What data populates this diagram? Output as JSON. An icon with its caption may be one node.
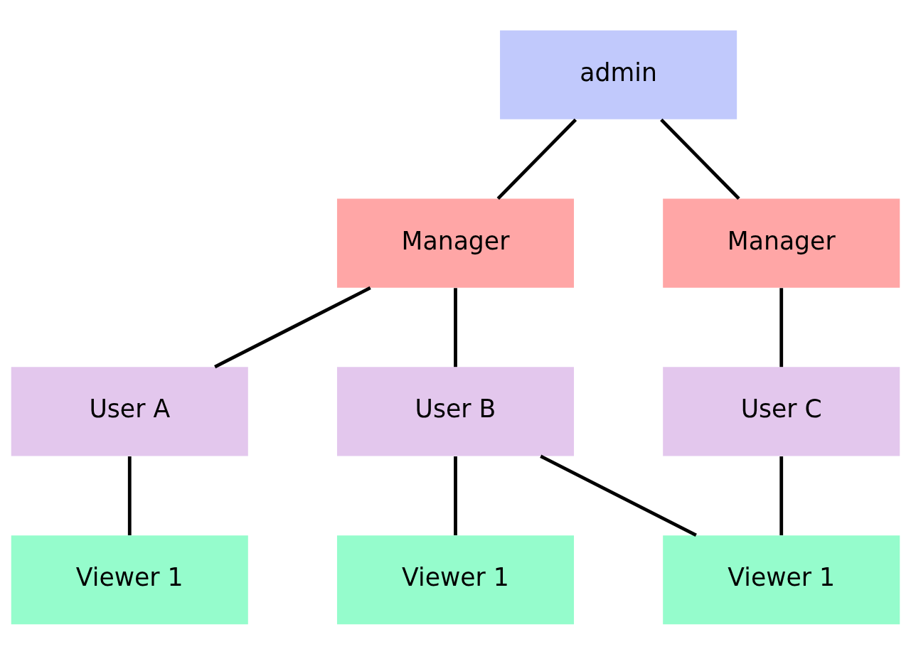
{
  "diagram": {
    "nodes": [
      {
        "text": [
          "admin"
        ]
      },
      {
        "text": [
          "Manager"
        ]
      },
      {
        "text": [
          "Manager"
        ]
      },
      {
        "text": [
          "User A"
        ]
      },
      {
        "text": [
          "User B"
        ]
      },
      {
        "text": [
          "User C"
        ]
      },
      {
        "text": [
          "Viewer 1"
        ]
      },
      {
        "text": [
          "Viewer 1"
        ]
      },
      {
        "text": [
          "Viewer 1"
        ]
      }
    ],
    "edges": [
      {
        "from": 0,
        "to": 1,
        "arrow": "none"
      },
      {
        "from": 0,
        "to": 2,
        "arrow": "none"
      },
      {
        "from": 1,
        "to": 3,
        "arrow": "none"
      },
      {
        "from": 1,
        "to": 4,
        "arrow": "none"
      },
      {
        "from": 2,
        "to": 5,
        "arrow": "none"
      },
      {
        "from": 3,
        "to": 6,
        "arrow": "none"
      },
      {
        "from": 4,
        "to": 7,
        "arrow": "none"
      },
      {
        "from": 4,
        "to": 8,
        "arrow": "none"
      },
      {
        "from": 5,
        "to": 8,
        "arrow": "none"
      }
    ]
  }
}
